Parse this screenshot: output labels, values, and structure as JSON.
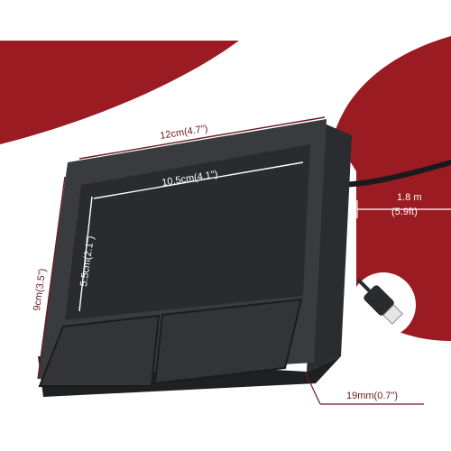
{
  "colors": {
    "accent": "#9b1b23",
    "device_body": "#3a3b3e",
    "touch_surface": "#2a2b2e",
    "dimension_line": "#ffffff"
  },
  "annotations": {
    "outer_width": "12cm(4.7\")",
    "surface_width": "10.5cm(4.1\")",
    "outer_height": "9cm(3.5\")",
    "surface_height": "5.5cm(2.1\")",
    "cable_length_m": "1.8 m",
    "cable_length_ft": "(5.9ft)",
    "thickness": "19mm(0.7\")"
  },
  "icons": {
    "usb_plug": "usb-plug-icon"
  }
}
